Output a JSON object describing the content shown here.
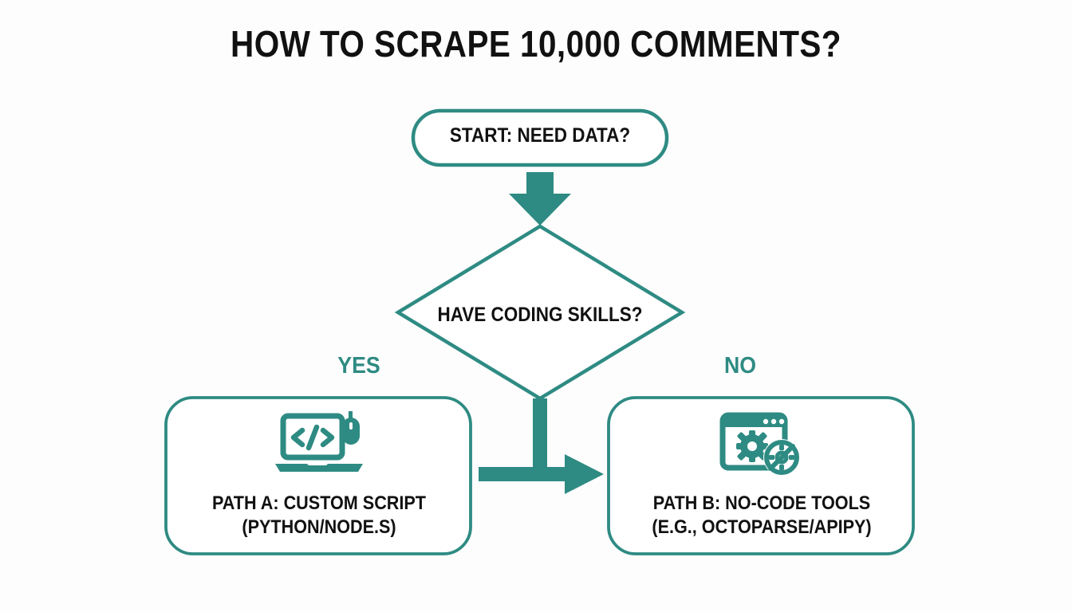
{
  "theme": {
    "background": "#fdfdfd",
    "accent": "#2e8b83",
    "text": "#111111"
  },
  "title": "HOW TO SCRAPE 10,000 COMMENTS?",
  "diagram": {
    "type": "flowchart",
    "nodes": [
      {
        "id": "start",
        "shape": "pill",
        "label": "START: NEED DATA?"
      },
      {
        "id": "decision",
        "shape": "diamond",
        "label": "HAVE CODING SKILLS?"
      },
      {
        "id": "path-a",
        "shape": "rounded-rect",
        "line1": "PATH A: CUSTOM SCRIPT",
        "line2": "(PYTHON/NODE.S)",
        "icon": "laptop-code-mouse-icon"
      },
      {
        "id": "path-b",
        "shape": "rounded-rect",
        "line1": "PATH B: NO-CODE TOOLS",
        "line2": "(E.G., OCTOPARSE/APIPY)",
        "icon": "browser-gear-no-code-icon"
      }
    ],
    "branch_labels": {
      "yes": "YES",
      "no": "NO"
    },
    "edges": [
      {
        "from": "start",
        "to": "decision",
        "style": "thick-down-arrow"
      },
      {
        "from": "decision",
        "to": "path-a",
        "style": "stem-left",
        "label": "YES"
      },
      {
        "from": "decision",
        "to": "path-b",
        "style": "stem-right-arrow",
        "label": "NO"
      }
    ]
  }
}
